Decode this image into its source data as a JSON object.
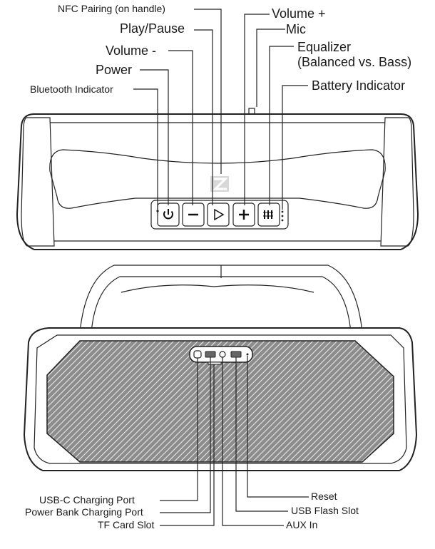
{
  "top_view": {
    "labels": {
      "nfc": "NFC Pairing (on handle)",
      "play_pause": "Play/Pause",
      "volume_up": "Volume +",
      "mic": "Mic",
      "equalizer_line1": "Equalizer",
      "equalizer_line2": "(Balanced vs. Bass)",
      "volume_down": "Volume -",
      "power": "Power",
      "bluetooth": "Bluetooth Indicator",
      "battery": "Battery Indicator"
    },
    "buttons": [
      {
        "name": "power",
        "icon": "power-icon"
      },
      {
        "name": "volume-down",
        "icon": "minus-icon"
      },
      {
        "name": "play-pause",
        "icon": "play-icon"
      },
      {
        "name": "volume-up",
        "icon": "plus-icon"
      },
      {
        "name": "equalizer",
        "icon": "equalizer-icon"
      }
    ]
  },
  "front_view": {
    "labels": {
      "usb_c": "USB-C Charging Port",
      "power_bank": "Power Bank Charging Port",
      "tf_card": "TF Card Slot",
      "reset": "Reset",
      "usb_flash": "USB Flash Slot",
      "aux": "AUX In"
    }
  }
}
